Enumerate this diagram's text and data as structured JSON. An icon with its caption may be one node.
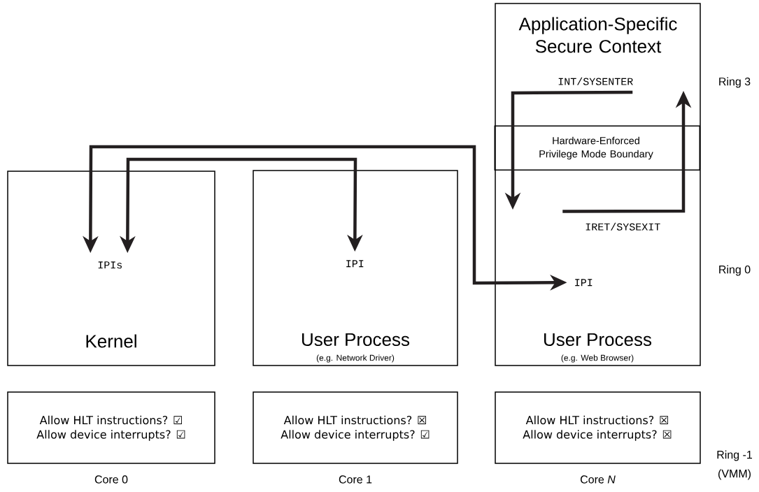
{
  "diagram": {
    "nodes": [
      {
        "text": [
          "Kernel"
        ]
      },
      {
        "text": [
          "IPIs"
        ],
        "in": 0
      },
      {
        "text": [
          "User Process",
          "(e.g. Network Driver)"
        ]
      },
      {
        "text": [
          "IPI"
        ],
        "in": 2
      },
      {
        "text": [
          "Application-Specific Secure Context",
          "User Process",
          "(e.g. Web Browser)"
        ]
      },
      {
        "text": [
          "Hardware-Enforced Privilege Mode Boundary"
        ],
        "in": 4
      },
      {
        "text": [
          "INT/SYSENTER"
        ],
        "in": 4
      },
      {
        "text": [
          "IRET/SYSEXIT"
        ],
        "in": 4
      },
      {
        "text": [
          "IPI"
        ],
        "in": 4
      },
      {
        "text": [
          "Allow HLT instructions? ☑",
          "Allow device interrupts? ☑"
        ],
        "beside": [
          "Core 0"
        ]
      },
      {
        "text": [
          "Allow HLT instructions? ☒",
          "Allow device interrupts? ☑"
        ],
        "beside": [
          "Core 1"
        ]
      },
      {
        "text": [
          "Allow HLT instructions? ☒",
          "Allow device interrupts? ☒"
        ],
        "beside": [
          "Core *N*"
        ]
      }
    ],
    "edges": [
      {
        "from": 1,
        "to": 8,
        "arrow": "both"
      },
      {
        "from": 1,
        "to": 3,
        "arrow": "both"
      },
      {
        "from": 6,
        "to": null,
        "arrow": "to"
      },
      {
        "from": 7,
        "to": null,
        "arrow": "to"
      }
    ],
    "labels": [
      "Ring 3",
      "Ring 0",
      "Ring -1",
      "(VMM)"
    ]
  }
}
